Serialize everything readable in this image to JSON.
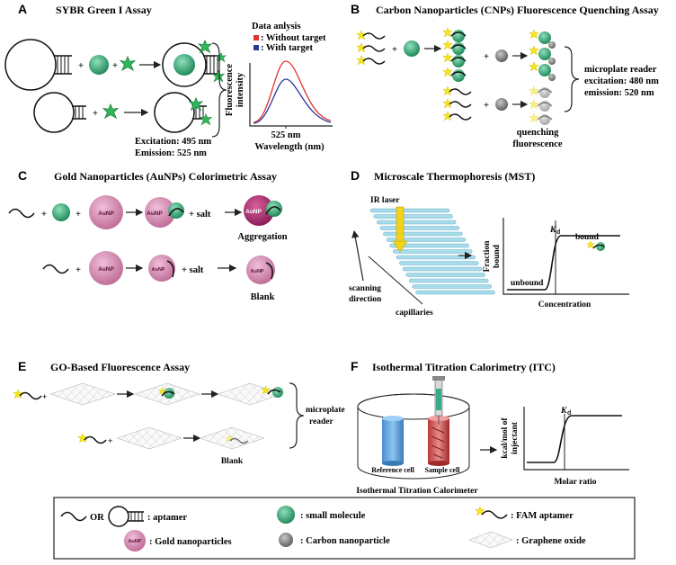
{
  "panels": {
    "A": {
      "letter": "A",
      "title": "SYBR Green I Assay",
      "excitation": "Excitation: 495 nm",
      "emission": "Emission: 525 nm",
      "data_analysis": "Data anlysis",
      "legend_without": ": Without target",
      "legend_with": ": With target",
      "y_label_1": "Fluorescence",
      "y_label_2": "intensity",
      "x_tick": "525 nm",
      "x_label": "Wavelength (nm)",
      "colors": {
        "without": "#e03030",
        "with": "#2a3a9a"
      }
    },
    "B": {
      "letter": "B",
      "title": "Carbon Nanoparticles (CNPs) Fluorescence Quenching Assay",
      "reader": "microplate reader",
      "excitation": "excitation: 480 nm",
      "emission": "emission: 520 nm",
      "quench_1": "quenching",
      "quench_2": "fluorescence"
    },
    "C": {
      "letter": "C",
      "title": "Gold Nanoparticles (AuNPs) Colorimetric Assay",
      "aunp": "AuNP",
      "salt": "+ salt",
      "aggregation": "Aggregation",
      "blank": "Blank"
    },
    "D": {
      "letter": "D",
      "title": "Microscale Thermophoresis (MST)",
      "ir_laser": "IR laser",
      "scanning": "scanning",
      "direction": "direction",
      "capillaries": "capillaries",
      "y_label_1": "Fraction",
      "y_label_2": "bound",
      "x_label": "Concentration",
      "unbound": "unbound",
      "bound": "bound",
      "kd": "K",
      "kd_sub": "d"
    },
    "E": {
      "letter": "E",
      "title": "GO-Based Fluorescence Assay",
      "reader_1": "microplate",
      "reader_2": "reader",
      "blank": "Blank"
    },
    "F": {
      "letter": "F",
      "title": "Isothermal Titration Calorimetry (ITC)",
      "reference_cell": "Reference cell",
      "sample_cell": "Sample cell",
      "instrument": "Isothermal Titration Calorimeter",
      "y_label_1": "kcal/mol of",
      "y_label_2": "injectant",
      "x_label": "Molar ratio",
      "kd": "K",
      "kd_sub": "d"
    }
  },
  "legend": {
    "aptamer_or": "OR",
    "aptamer": ": aptamer",
    "small_molecule": ": small molecule",
    "fam_aptamer": ": FAM aptamer",
    "gold": ": Gold nanoparticles",
    "gold_icon": "AuNP",
    "carbon": ": Carbon nanoparticle",
    "graphene": ": Graphene oxide"
  },
  "common": {
    "plus": "+"
  },
  "colors": {
    "small_molecule": "#3aaa7a",
    "aunp": "#d489b0",
    "aggregation": "#b03a7a",
    "cnp": "#8a8a8a",
    "fam": "#f2e21a",
    "ir": "#f2d21a",
    "capillary": "#a8dcea"
  }
}
